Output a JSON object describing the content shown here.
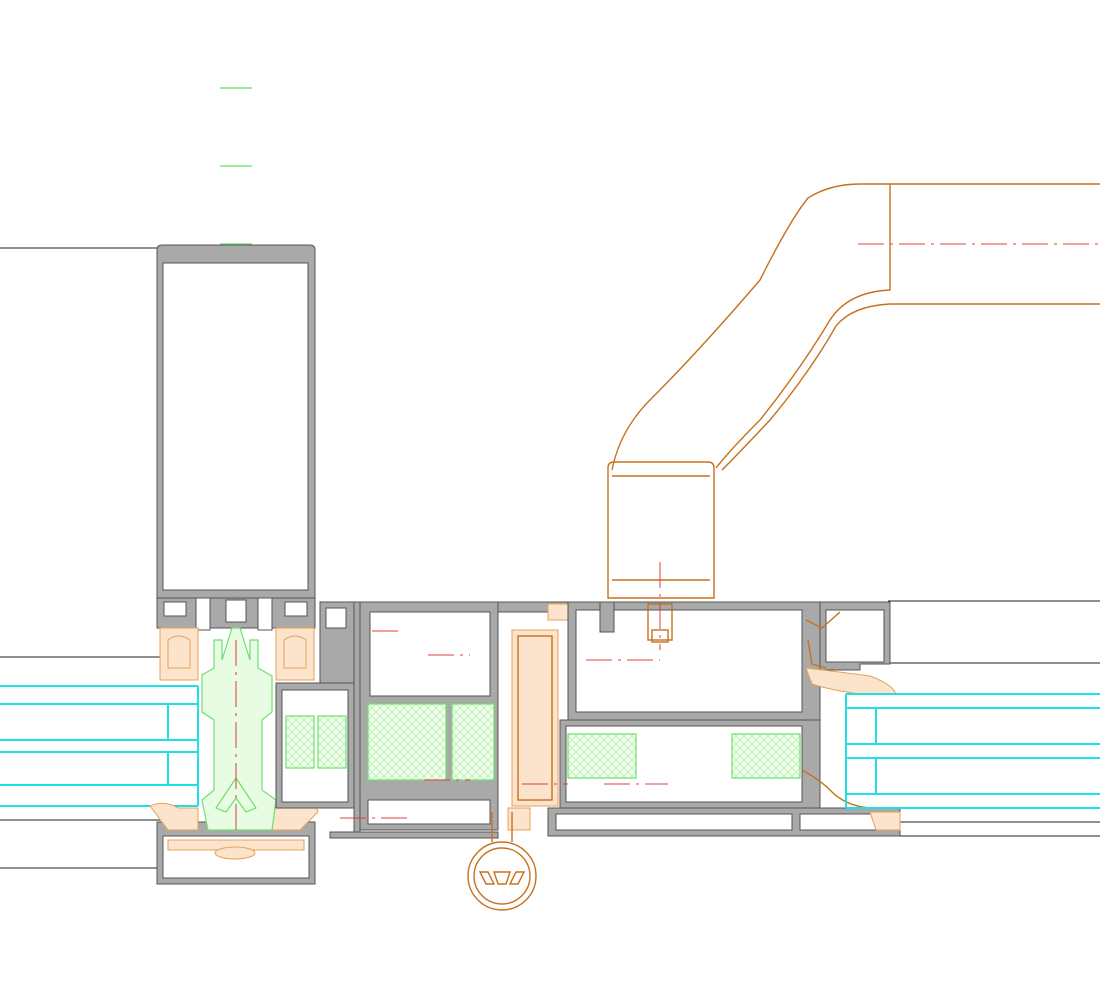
{
  "drawing": {
    "type": "cad-section-detail",
    "colors": {
      "aluminium": "#a9a9a9",
      "handle": "#c8701e",
      "thermal_break": "#6fe06f",
      "glass": "#1fe0e8",
      "gasket": "#e8a05a",
      "axis": "#e03c3c",
      "outline": "#222222"
    },
    "components": [
      "fixed-frame-profile",
      "glazing-left",
      "sash-profile",
      "thermal-break-insulation",
      "lift-slide-handle",
      "lock-cylinder",
      "glazing-right"
    ]
  }
}
